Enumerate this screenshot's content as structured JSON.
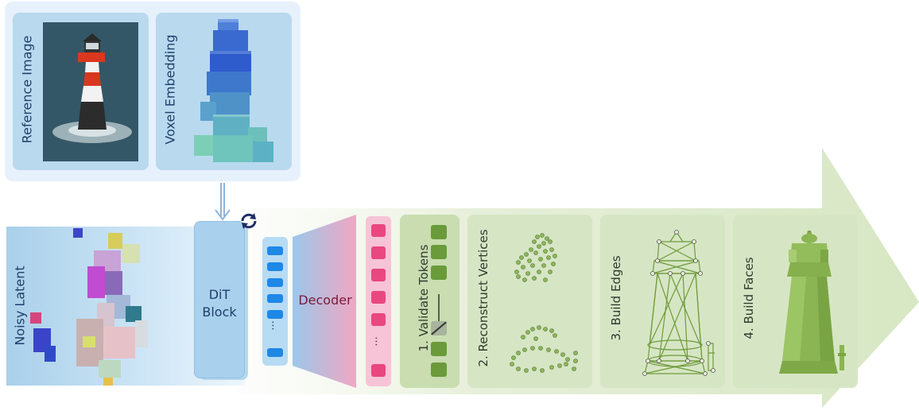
{
  "inputs": {
    "reference_image_label": "Reference Image",
    "voxel_embedding_label": "Voxel Embedding"
  },
  "noisy_latent_label": "Noisy Latent",
  "dit_block": {
    "line1": "DiT",
    "line2": "Block"
  },
  "token_ellipsis": "...",
  "decoder_label": "Decoder",
  "steps": [
    {
      "label": "1. Validate Tokens"
    },
    {
      "label": "2. Reconstruct Vertices"
    },
    {
      "label": "3. Build Edges"
    },
    {
      "label": "4. Build Faces"
    }
  ],
  "colors": {
    "arrow_green": "#dfeccd",
    "blue_token": "#1e88e5",
    "pink_token": "#e8477f",
    "green_token": "#6a9a3a",
    "decoder_text": "#7a1a3a"
  }
}
